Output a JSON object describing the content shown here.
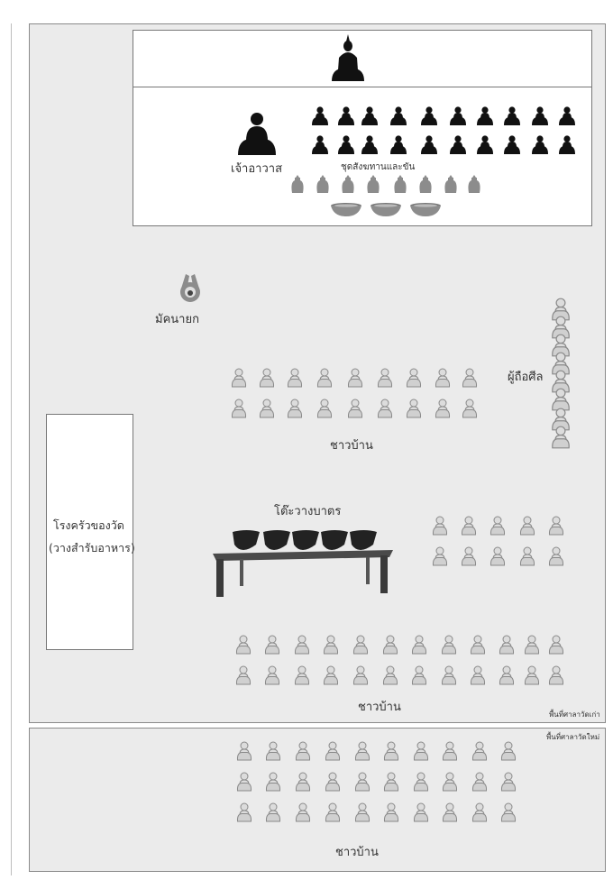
{
  "labels": {
    "abbot": "เจ้าอาวาส",
    "monk_area": "ชุดสังฆทานและขัน",
    "ceremony_leader": "มัคนายก",
    "precept_holders": "ผู้ถือศีล",
    "villagers_top": "ชาวบ้าน",
    "alms_table": "โต๊ะวางบาตร",
    "kitchen_line1": "โรงครัวของวัด",
    "kitchen_line2": "(วางสำรับอาหาร)",
    "villagers_mid": "ชาวบ้าน",
    "old_hall": "พื้นที่ศาลาวัดเก่า",
    "new_hall": "พื้นที่ศาลาวัดใหม่",
    "villagers_bottom": "ชาวบ้าน"
  },
  "colors": {
    "hall_bg": "#ebebeb",
    "monk": "#111111",
    "offering": "#8c8c8c",
    "person": "#d6d6d6",
    "table": "#3a3a3a"
  }
}
